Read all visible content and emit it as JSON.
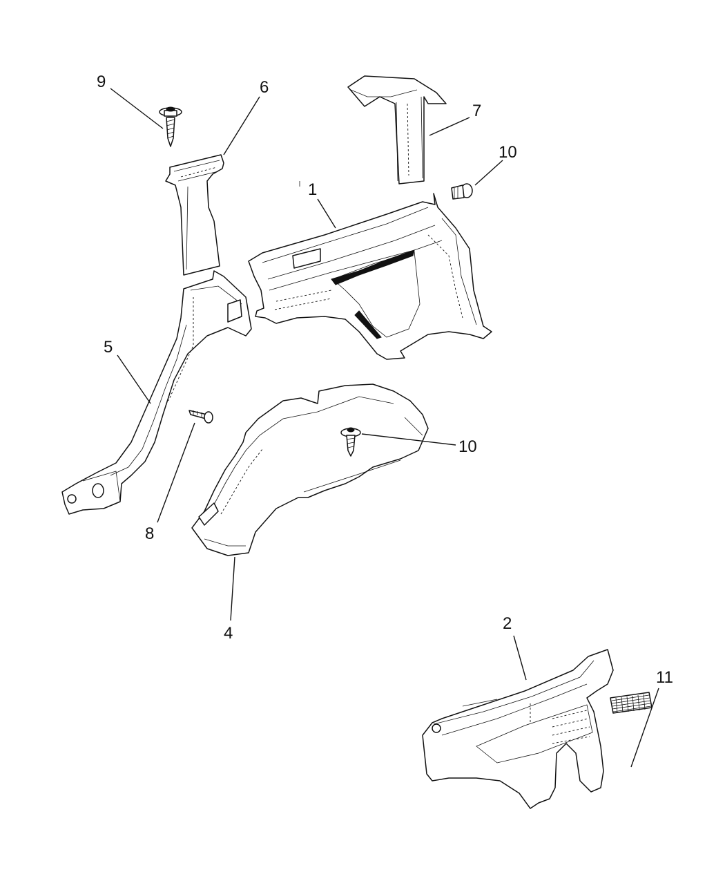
{
  "callouts": {
    "c1": "1",
    "c2": "2",
    "c4": "4",
    "c5": "5",
    "c6": "6",
    "c7": "7",
    "c8": "8",
    "c9": "9",
    "c10a": "10",
    "c10b": "10",
    "c11": "11"
  },
  "colors": {
    "line": "#111111",
    "background": "#ffffff"
  }
}
